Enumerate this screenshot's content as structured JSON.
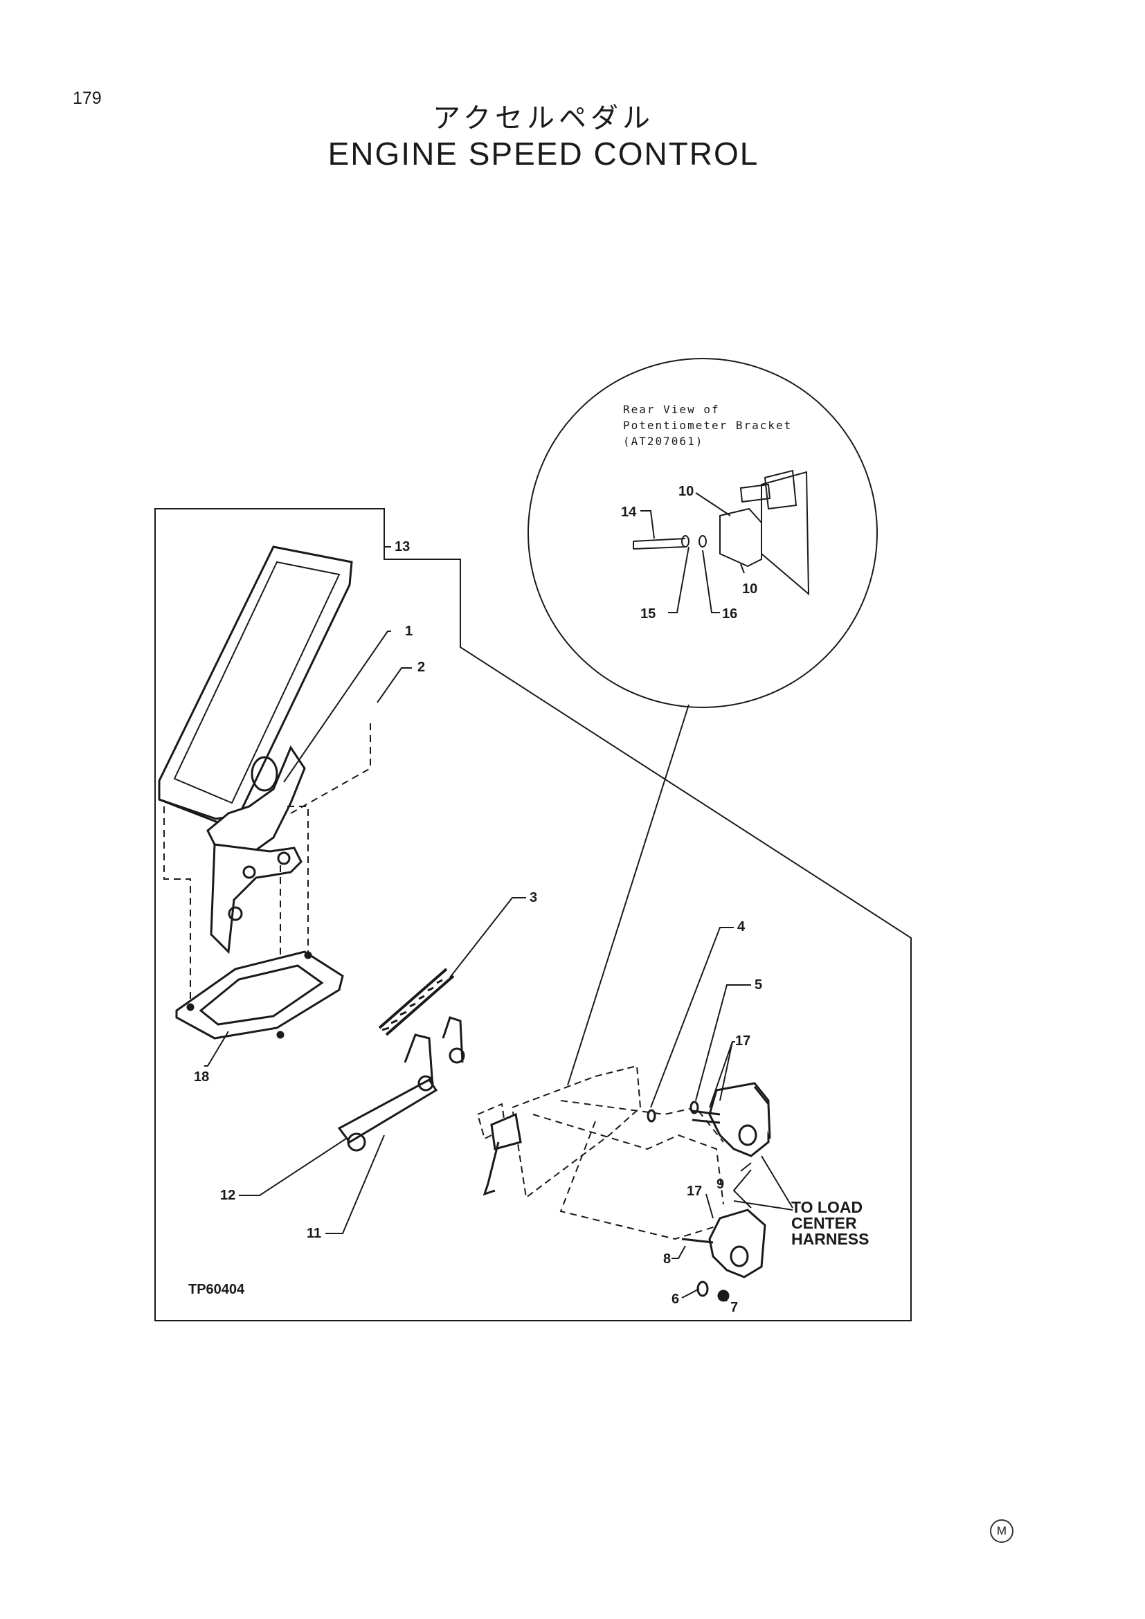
{
  "page": {
    "number": "179",
    "title_jp": "アクセルペダル",
    "title_en": "ENGINE SPEED CONTROL",
    "mark": "M"
  },
  "inset": {
    "caption_lines": [
      "Rear View of",
      "Potentiometer Bracket",
      "(AT207061)"
    ],
    "callouts": {
      "c10a": "10",
      "c10b": "10",
      "c14": "14",
      "c15": "15",
      "c16": "16"
    }
  },
  "callouts": {
    "c1": "1",
    "c2": "2",
    "c3": "3",
    "c4": "4",
    "c5": "5",
    "c6": "6",
    "c7": "7",
    "c8": "8",
    "c9": "9",
    "c11": "11",
    "c12": "12",
    "c13": "13",
    "c17a": "17",
    "c17b": "17",
    "c18": "18"
  },
  "harness_lines": [
    "TO LOAD",
    "CENTER",
    "HARNESS"
  ],
  "figure_id": "TP60404"
}
